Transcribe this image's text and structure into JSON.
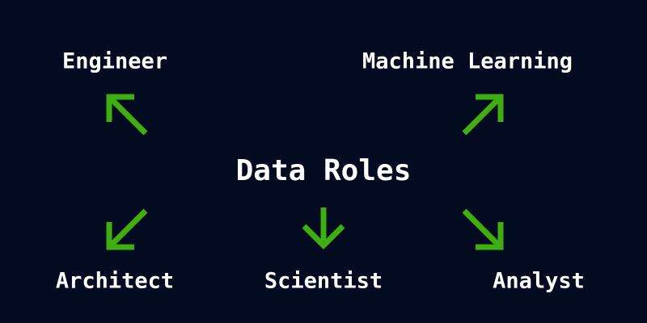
{
  "diagram": {
    "center": {
      "label": "Data Roles"
    },
    "nodes": [
      {
        "id": "engineer",
        "label": "Engineer",
        "direction": "up-left"
      },
      {
        "id": "machine-learning",
        "label": "Machine Learning",
        "direction": "up-right"
      },
      {
        "id": "architect",
        "label": "Architect",
        "direction": "down-left"
      },
      {
        "id": "scientist",
        "label": "Scientist",
        "direction": "down"
      },
      {
        "id": "analyst",
        "label": "Analyst",
        "direction": "down-right"
      }
    ]
  },
  "colors": {
    "background": "#020b20",
    "text": "#ffffff",
    "arrow": "#3fae12"
  },
  "icons": {
    "arrow_up_left": "arrow-up-left-icon",
    "arrow_up_right": "arrow-up-right-icon",
    "arrow_down_left": "arrow-down-left-icon",
    "arrow_down": "arrow-down-icon",
    "arrow_down_right": "arrow-down-right-icon"
  }
}
